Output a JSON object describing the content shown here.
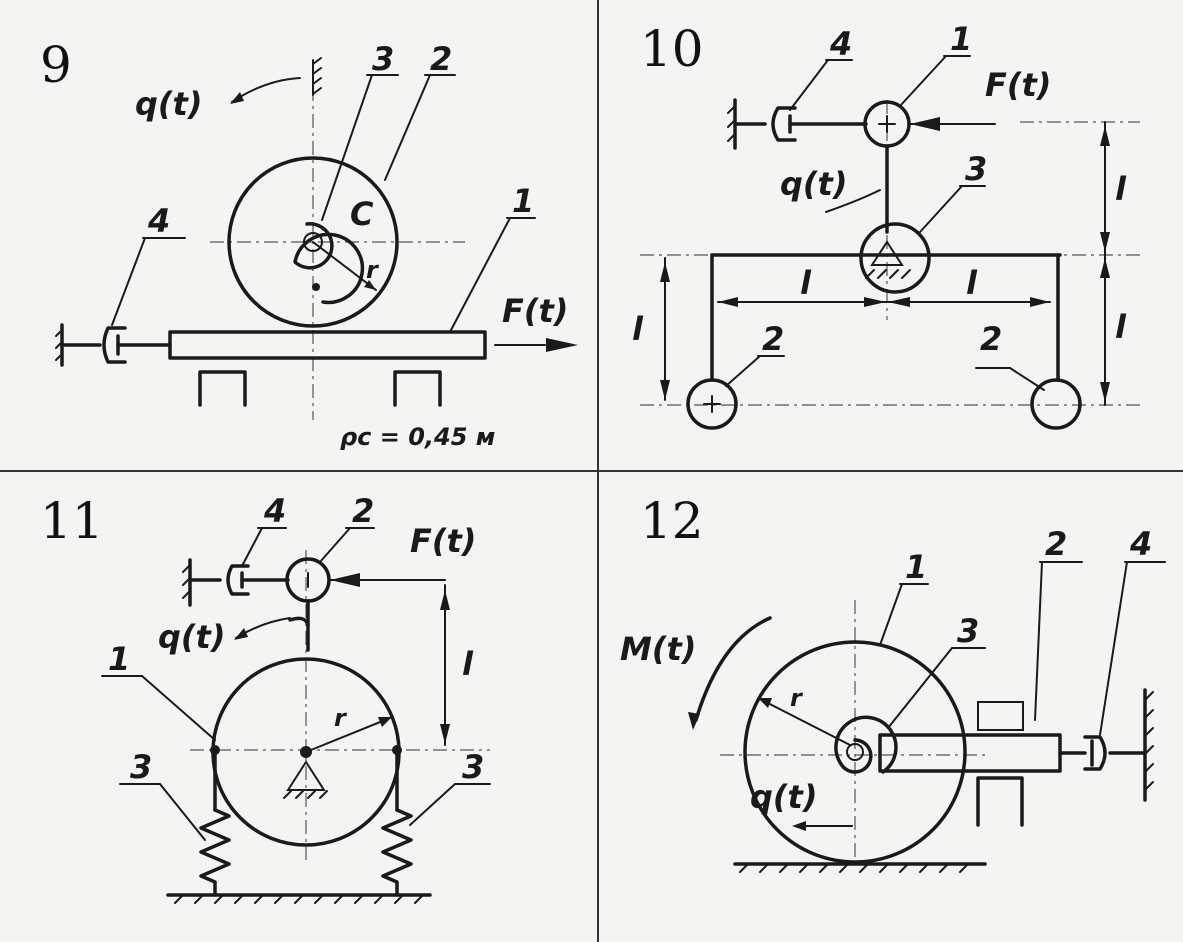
{
  "panels": [
    {
      "number": "9",
      "labels": {
        "load": "F(t)",
        "coord": "q(t)",
        "p1": "1",
        "p2": "2",
        "p3": "3",
        "p4": "4",
        "c": "C",
        "r": "r"
      },
      "note": "ρc = 0,45 м"
    },
    {
      "number": "10",
      "labels": {
        "load": "F(t)",
        "coord": "q(t)",
        "p1": "1",
        "p2a": "2",
        "p2b": "2",
        "p3": "3",
        "p4": "4",
        "l1": "l",
        "l2": "l",
        "l3": "l",
        "l4": "l",
        "l5": "l"
      }
    },
    {
      "number": "11",
      "labels": {
        "load": "F(t)",
        "coord": "q(t)",
        "p1": "1",
        "p2": "2",
        "p3a": "3",
        "p3b": "3",
        "p4": "4",
        "l": "l",
        "r": "r"
      }
    },
    {
      "number": "12",
      "labels": {
        "moment": "M(t)",
        "coord": "q(t)",
        "p1": "1",
        "p2": "2",
        "p3": "3",
        "p4": "4",
        "r": "r"
      }
    }
  ]
}
